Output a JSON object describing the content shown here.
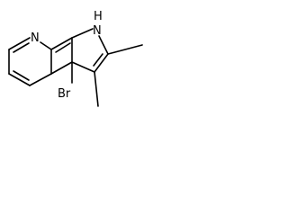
{
  "molecule": {
    "atoms": {
      "pyridine_n": "N",
      "pyrrole_nh": "H",
      "pyrrole_n": "N",
      "bromine": "Br"
    }
  }
}
